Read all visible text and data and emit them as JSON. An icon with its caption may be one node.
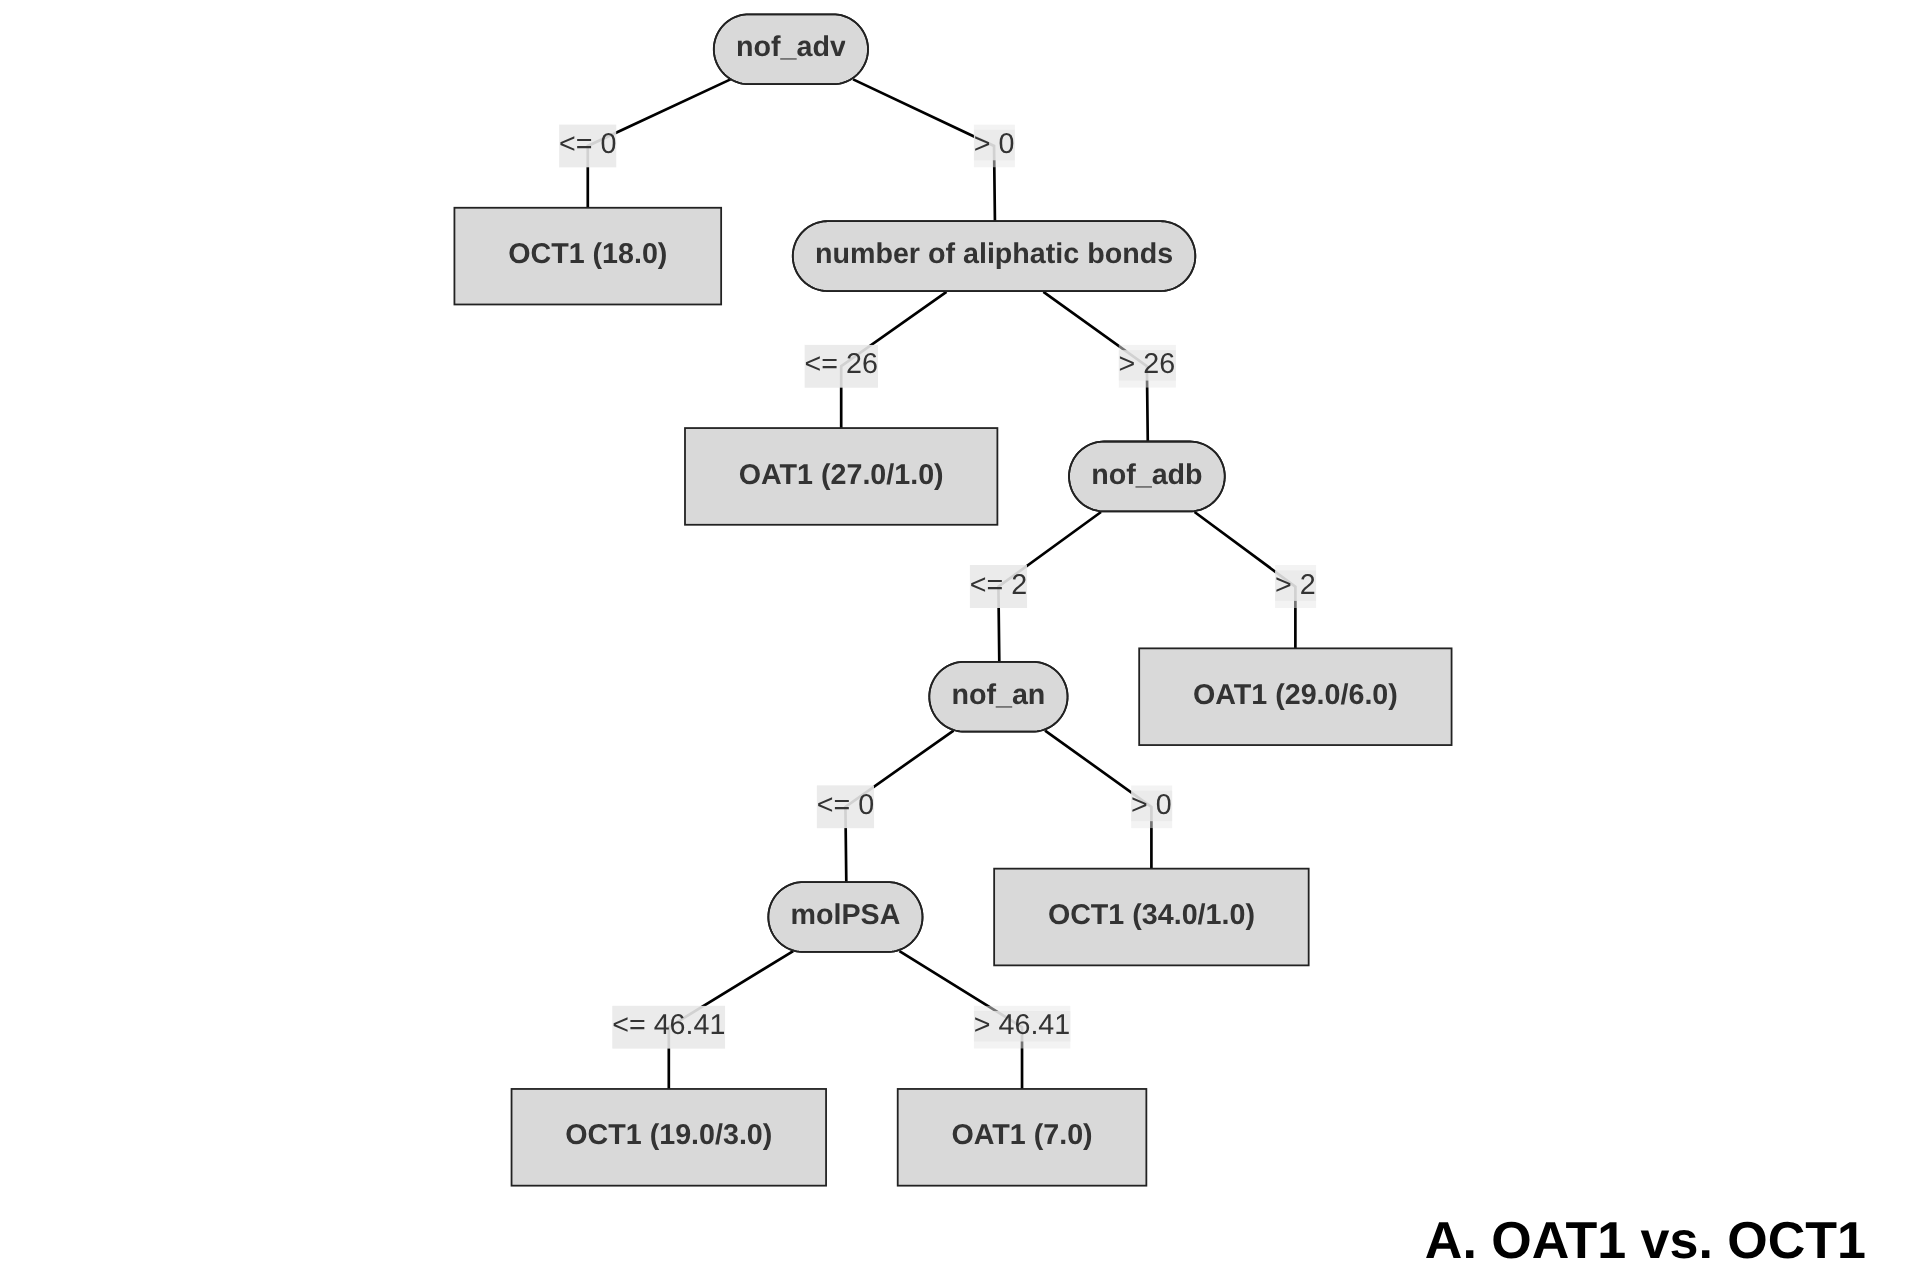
{
  "diagram": {
    "caption": "A. OAT1 vs. OCT1",
    "nodes": [
      {
        "text": [
          "nof_adv"
        ]
      },
      {
        "text": [
          "OCT1 (18.0)"
        ]
      },
      {
        "text": [
          "number of aliphatic bonds"
        ]
      },
      {
        "text": [
          "OAT1 (27.0/1.0)"
        ]
      },
      {
        "text": [
          "nof_adb"
        ]
      },
      {
        "text": [
          "nof_an"
        ]
      },
      {
        "text": [
          "OAT1 (29.0/6.0)"
        ]
      },
      {
        "text": [
          "molPSA"
        ]
      },
      {
        "text": [
          "OCT1 (34.0/1.0)"
        ]
      },
      {
        "text": [
          "OCT1 (19.0/3.0)"
        ]
      },
      {
        "text": [
          "OAT1 (7.0)"
        ]
      }
    ],
    "edges": [
      {
        "from": 0,
        "to": 1,
        "arrow": "none",
        "label": "<= 0"
      },
      {
        "from": 0,
        "to": 2,
        "arrow": "none",
        "label": "> 0"
      },
      {
        "from": 2,
        "to": 3,
        "arrow": "none",
        "label": "<= 26"
      },
      {
        "from": 2,
        "to": 4,
        "arrow": "none",
        "label": "> 26"
      },
      {
        "from": 4,
        "to": 5,
        "arrow": "none",
        "label": "<= 2"
      },
      {
        "from": 4,
        "to": 6,
        "arrow": "none",
        "label": "> 2"
      },
      {
        "from": 5,
        "to": 7,
        "arrow": "none",
        "label": "<= 0"
      },
      {
        "from": 5,
        "to": 8,
        "arrow": "none",
        "label": "> 0"
      },
      {
        "from": 7,
        "to": 9,
        "arrow": "none",
        "label": "<= 46.41"
      },
      {
        "from": 7,
        "to": 10,
        "arrow": "none",
        "label": "> 46.41"
      }
    ]
  }
}
